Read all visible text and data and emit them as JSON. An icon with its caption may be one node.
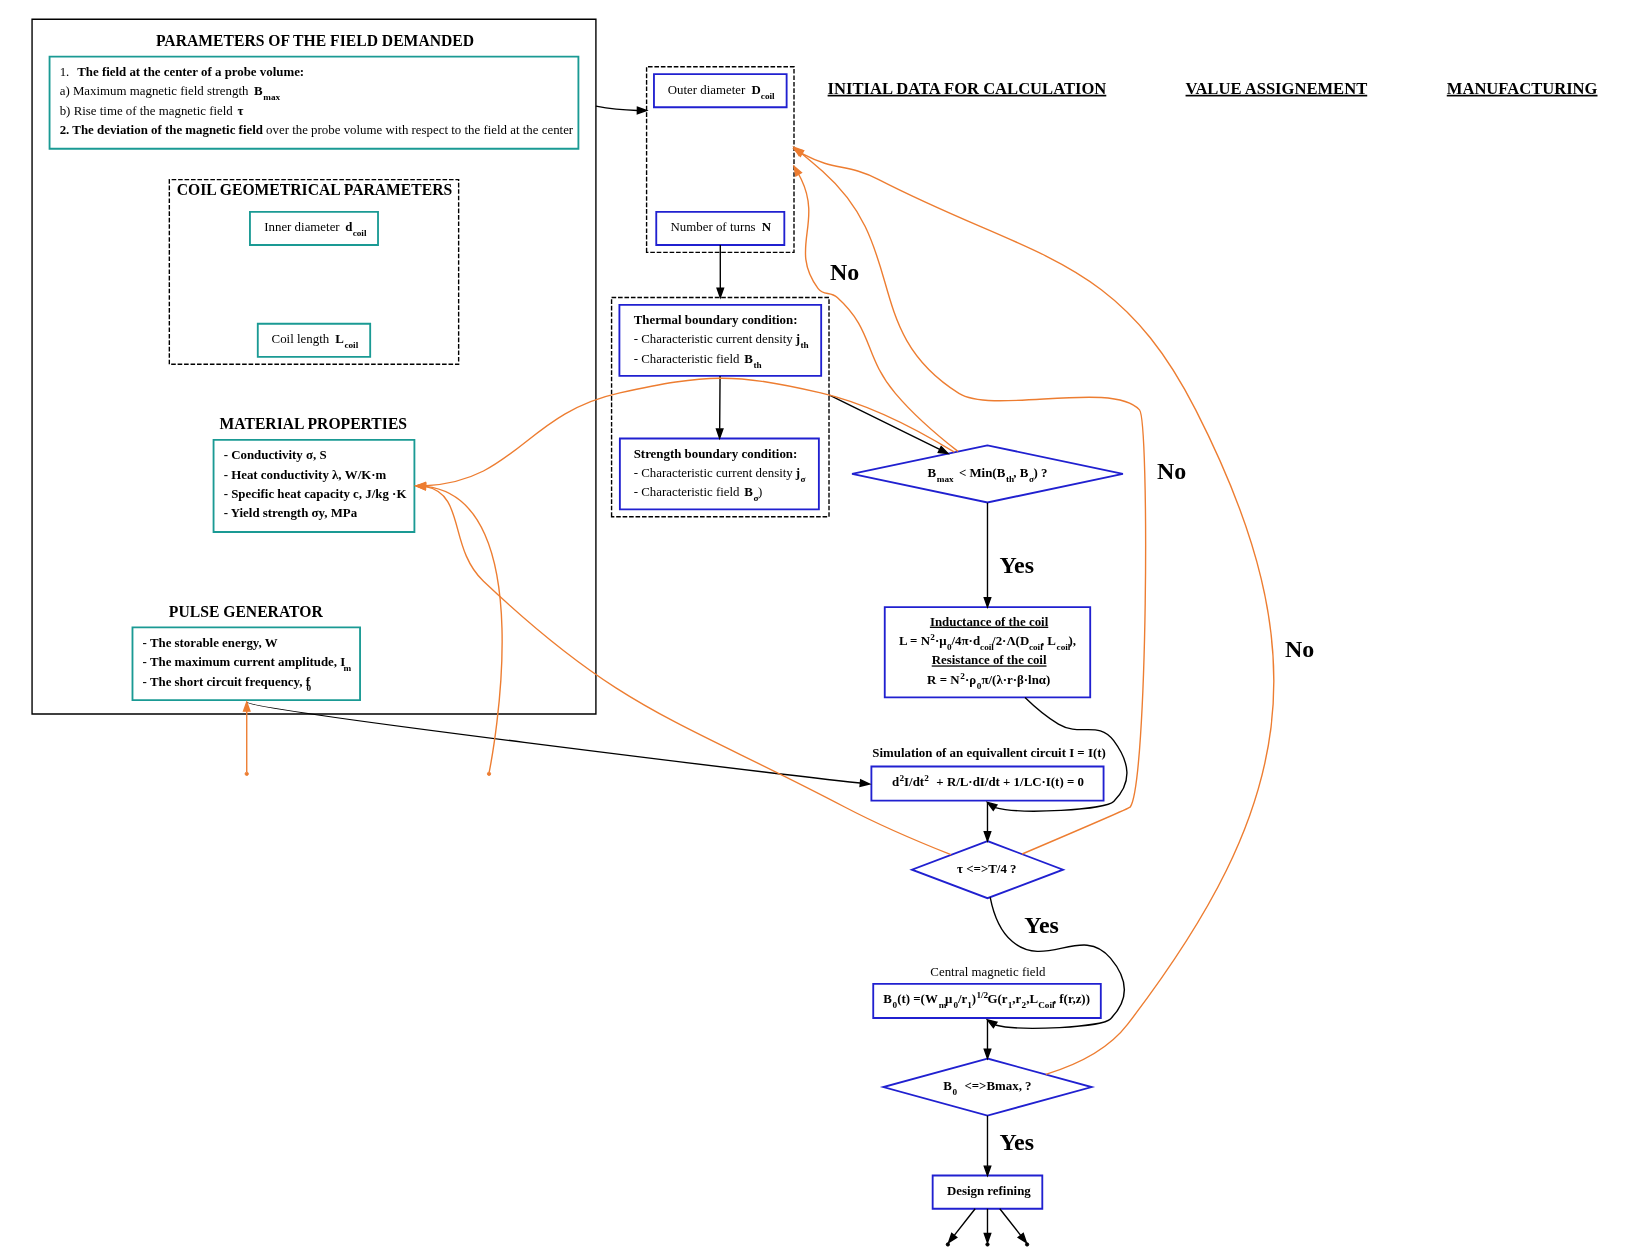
{
  "diagram": {
    "nodes": [
      {
        "text": [],
        "shape": "box"
      },
      {
        "text": [
          "PARAMETERS OF THE FIELD DEMANDED",
          "1. **The field at the center of a probe volume:**",
          "a) Maximum magnetic field strength **B$_{max}$**",
          "b) Rise time of the magnetic field **τ**",
          "**2. The deviation of the magnetic field** over the probe volume with respect to the field at the center"
        ],
        "in": 0
      },
      {
        "text": [
          "COIL GEOMETRICAL PARAMETERS"
        ],
        "in": 0
      },
      {
        "text": [
          "Inner diameter **d$_{coil}$**"
        ],
        "in": 2
      },
      {
        "text": [
          "Coil length **L$_{coil}$**"
        ],
        "in": 2
      },
      {
        "text": [
          "MATERIAL PROPERTIES",
          "- Conductivity σ, S",
          "- Heat conductivity λ, W/K·m",
          "- Specific heat capacity c, J/kg ·K",
          "- Yield strength σy, MPa"
        ],
        "in": 0
      },
      {
        "text": [
          "PULSE GENERATOR",
          "- The storable energy, W",
          "- The maximum current amplitude, I$_{m}$",
          "- The short circuit frequency, f$_{0}$"
        ],
        "in": 0
      },
      {
        "text": [],
        "shape": "box"
      },
      {
        "text": [
          "Outer diameter **D$_{coil}$**"
        ],
        "in": 7
      },
      {
        "text": [
          "Number of turns **N**"
        ],
        "in": 7
      },
      {
        "text": [],
        "shape": "box"
      },
      {
        "text": [
          "Thermal boundary condition:",
          "- Characteristic current density **j$_{th}$**",
          "- Characteristic field **B$_{th}$**"
        ],
        "in": 10
      },
      {
        "text": [
          "Strength boundary condition:",
          "- Characteristic current density **j$_{σ}$**",
          "- Characteristic field **B$_{σ}$**)"
        ],
        "in": 10
      },
      {
        "text": [
          "B$_{max}$ < Min(B$_{th}$, B$_{σ}$) ?"
        ]
      },
      {
        "text": [
          "Inductance of the coil",
          "L = N$^{2}$·μ$_{0}$/4π·d$_{coil}$/2·Λ(D$_{coil}$, L$_{coil}$),",
          "Resistance of the coil",
          "R = N$^{2}$·ρ$_{0}$π/(λ·r·β·lnα)"
        ]
      },
      {
        "text": [
          "d$^{2}$I/dt$^{2}$ + R/L·dI/dt + 1/LC·I(t) = 0"
        ],
        "beside": [
          "Simulation of an equivallent circuit I = I(t)"
        ]
      },
      {
        "text": [
          "τ <=>T/4 ?"
        ]
      },
      {
        "text": [
          "B$_{0}$(t) =(W$_{m}$μ$_{0}$/r$_{1}$)$^{1/2}$G(r$_{1}$,r$_{2}$,L$_{Coil}$, f(r,z))"
        ],
        "beside": [
          "Central magnetic field"
        ]
      },
      {
        "text": [
          "B$_{0}$ <=>Bmax, ?"
        ]
      },
      {
        "text": [
          "Design refining"
        ]
      }
    ],
    "edges": [
      {
        "from": 0,
        "to": 7,
        "arrow": "to"
      },
      {
        "from": 9,
        "to": 10,
        "arrow": "to"
      },
      {
        "from": 11,
        "to": 12,
        "arrow": "to"
      },
      {
        "from": 10,
        "to": 13,
        "arrow": "to"
      },
      {
        "from": 13,
        "to": 14,
        "arrow": "to",
        "label": "Yes"
      },
      {
        "from": 13,
        "to": 7,
        "arrow": "to",
        "label": "No",
        "color": "#ed7d31"
      },
      {
        "from": 13,
        "to": 5,
        "arrow": "to",
        "color": "#ed7d31"
      },
      {
        "from": 14,
        "to": 15,
        "arrow": "to"
      },
      {
        "from": 6,
        "to": 15,
        "arrow": "to"
      },
      {
        "from": 15,
        "to": 16,
        "arrow": "to"
      },
      {
        "from": 16,
        "to": 17,
        "arrow": "to",
        "label": "Yes"
      },
      {
        "from": 16,
        "to": 7,
        "arrow": "to",
        "label": "No",
        "color": "#ed7d31"
      },
      {
        "from": 16,
        "to": 5,
        "arrow": "to",
        "color": "#ed7d31"
      },
      {
        "from": 17,
        "to": 18,
        "arrow": "to"
      },
      {
        "from": 18,
        "to": 19,
        "arrow": "to",
        "label": "Yes"
      },
      {
        "from": 18,
        "to": 7,
        "arrow": "to",
        "label": "No",
        "color": "#ed7d31"
      },
      {
        "from": null,
        "to": 5,
        "arrow": "to",
        "color": "#ed7d31"
      },
      {
        "from": null,
        "to": 6,
        "arrow": "to",
        "color": "#ed7d31"
      },
      {
        "from": 19,
        "to": null,
        "arrow": "to"
      },
      {
        "from": 19,
        "to": null,
        "arrow": "to"
      },
      {
        "from": 19,
        "to": null,
        "arrow": "to"
      }
    ],
    "labels": [
      "INITIAL DATA FOR CALCULATION",
      "VALUE ASSIGNEMENT",
      "MANUFACTURING"
    ]
  }
}
